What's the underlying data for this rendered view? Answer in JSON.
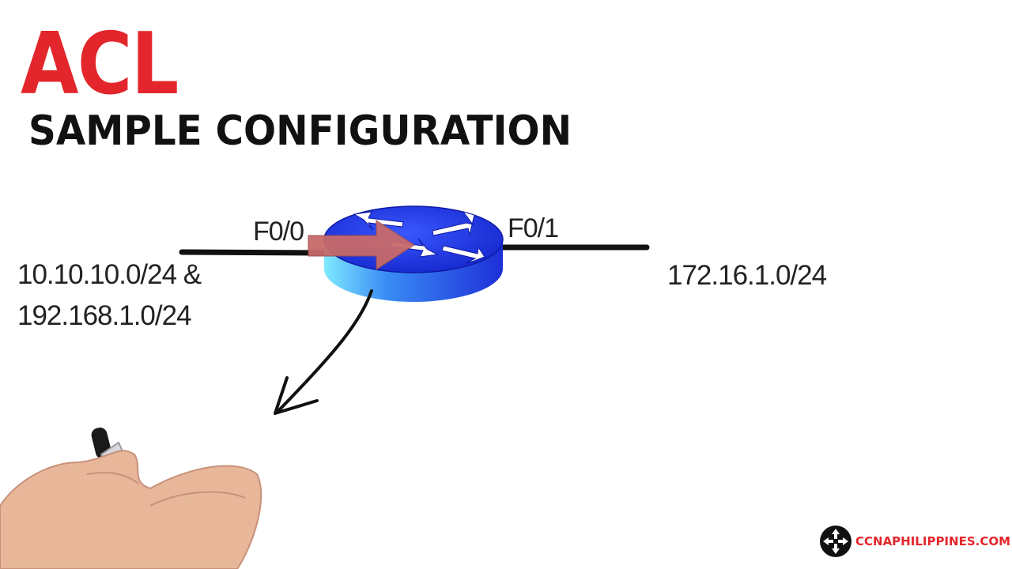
{
  "title": "ACL",
  "subtitle": "SAMPLE CONFIGURATION",
  "left_network": {
    "line1": "10.10.10.0/24 &",
    "line2": "192.168.1.0/24"
  },
  "right_network": "172.16.1.0/24",
  "ports": {
    "left": "F0/0",
    "right": "F0/1"
  },
  "logo": {
    "text": "CCNAPHILIPPINES.COM",
    "icon": "router-arrows-icon"
  },
  "colors": {
    "title": "#e3262b",
    "router_top": "#1f3fe0",
    "router_side": "#3a6cf2",
    "traffic_arrow": "#c76a6a"
  }
}
